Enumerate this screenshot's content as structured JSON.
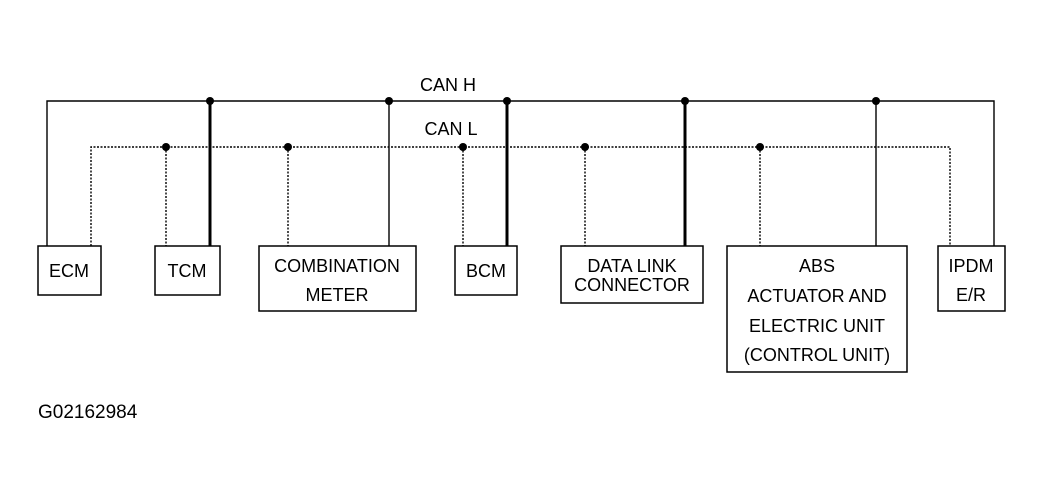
{
  "bus": {
    "can_h_label": "CAN H",
    "can_l_label": "CAN L"
  },
  "modules": {
    "ecm": [
      "ECM"
    ],
    "tcm": [
      "TCM"
    ],
    "combination_meter": [
      "COMBINATION",
      "METER"
    ],
    "bcm": [
      "BCM"
    ],
    "data_link_connector": [
      "DATA LINK",
      "CONNECTOR"
    ],
    "abs_actuator": [
      "ABS",
      "ACTUATOR AND",
      "ELECTRIC UNIT",
      "(CONTROL UNIT)"
    ],
    "ipdm": [
      "IPDM",
      "E/R"
    ]
  },
  "reference_code": "G02162984"
}
